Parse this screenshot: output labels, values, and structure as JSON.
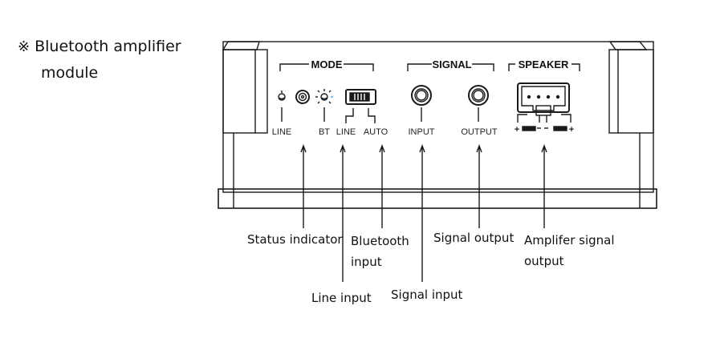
{
  "title": {
    "mark": "※",
    "line1": "Bluetooth amplifier",
    "line2": "module"
  },
  "panel": {
    "groups": {
      "mode": "MODE",
      "signal": "SIGNAL",
      "speaker": "SPEAKER"
    },
    "port_labels": {
      "line_led": "LINE",
      "bt_led": "BT",
      "switch_line": "LINE",
      "switch_auto": "AUTO",
      "input": "INPUT",
      "output": "OUTPUT",
      "spk_plus_left": "+",
      "spk_plus_right": "+"
    }
  },
  "callouts": {
    "status_indicator": "Status indicator",
    "line_input": "Line input",
    "bluetooth_input_1": "Bluetooth",
    "bluetooth_input_2": "input",
    "signal_input": "Signal input",
    "signal_output": "Signal output",
    "amp_output_1": "Amplifer signal",
    "amp_output_2": "output"
  }
}
